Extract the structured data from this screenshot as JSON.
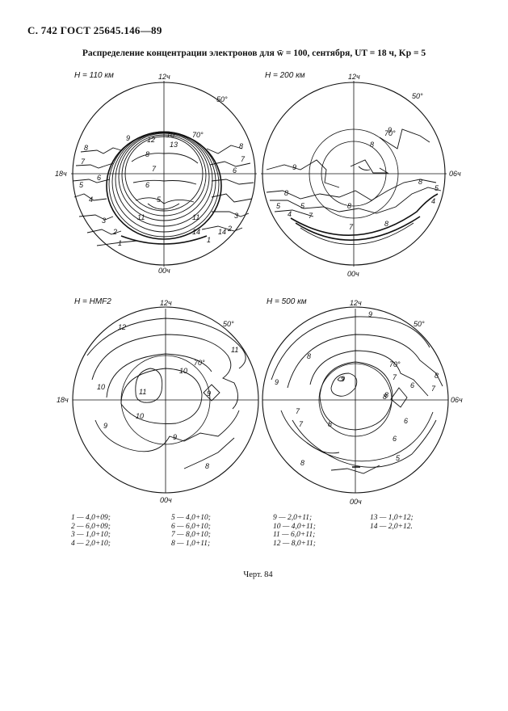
{
  "header": {
    "page": "С. 742 ГОСТ 25645.146—89"
  },
  "title": "Распределение концентрации электронов для w̄ = 100, сентября, UT = 18 ч, Kp = 5",
  "panels": [
    {
      "height_label": "H = 110 км",
      "top_time": "12ч",
      "bottom_time": "00ч",
      "left_time": "18ч",
      "lat_outer": "50°",
      "lat_inner": "70°",
      "contour_labels": [
        "9",
        "8",
        "7",
        "6",
        "5",
        "4",
        "3",
        "2",
        "1",
        "10",
        "11",
        "12",
        "13",
        "14",
        "8",
        "7",
        "6",
        "5",
        "11",
        "14",
        "1",
        "2",
        "3",
        "8",
        "7",
        "6"
      ]
    },
    {
      "height_label": "H = 200 км",
      "top_time": "12ч",
      "bottom_time": "00ч",
      "right_time": "06ч",
      "lat_outer": "50°",
      "lat_inner": "70°",
      "contour_labels": [
        "9",
        "8",
        "9",
        "8",
        "8",
        "5",
        "4",
        "5",
        "4",
        "5",
        "7",
        "8",
        "7",
        "8"
      ]
    },
    {
      "height_label": "H = HMF2",
      "top_time": "12ч",
      "bottom_time": "00ч",
      "left_time": "18ч",
      "lat_outer": "50°",
      "lat_inner": "70°",
      "contour_labels": [
        "12",
        "11",
        "10",
        "11",
        "10",
        "10",
        "9",
        "9",
        "9",
        "8"
      ]
    },
    {
      "height_label": "H = 500 км",
      "top_time": "12ч",
      "bottom_time": "00ч",
      "right_time": "06ч",
      "lat_outer": "50°",
      "lat_inner": "70°",
      "contour_labels": [
        "9",
        "8",
        "9",
        "9",
        "7",
        "8",
        "7",
        "6",
        "8",
        "7",
        "7",
        "6",
        "8",
        "8",
        "5",
        "6",
        "8"
      ]
    }
  ],
  "legend": {
    "col1": [
      "1 — 4,0+09;",
      "2 — 6,0+09;",
      "3 — 1,0+10;",
      "4 — 2,0+10;"
    ],
    "col2": [
      "5 — 4,0+10;",
      "6 — 6,0+10;",
      "7 — 8,0+10;",
      "8 — 1,0+11;"
    ],
    "col3": [
      "9 — 2,0+11;",
      "10 — 4,0+11;",
      "11 — 6,0+11;",
      "12 — 8,0+11;"
    ],
    "col4": [
      "13 — 1,0+12;",
      "14 — 2,0+12."
    ]
  },
  "caption": "Черт. 84"
}
